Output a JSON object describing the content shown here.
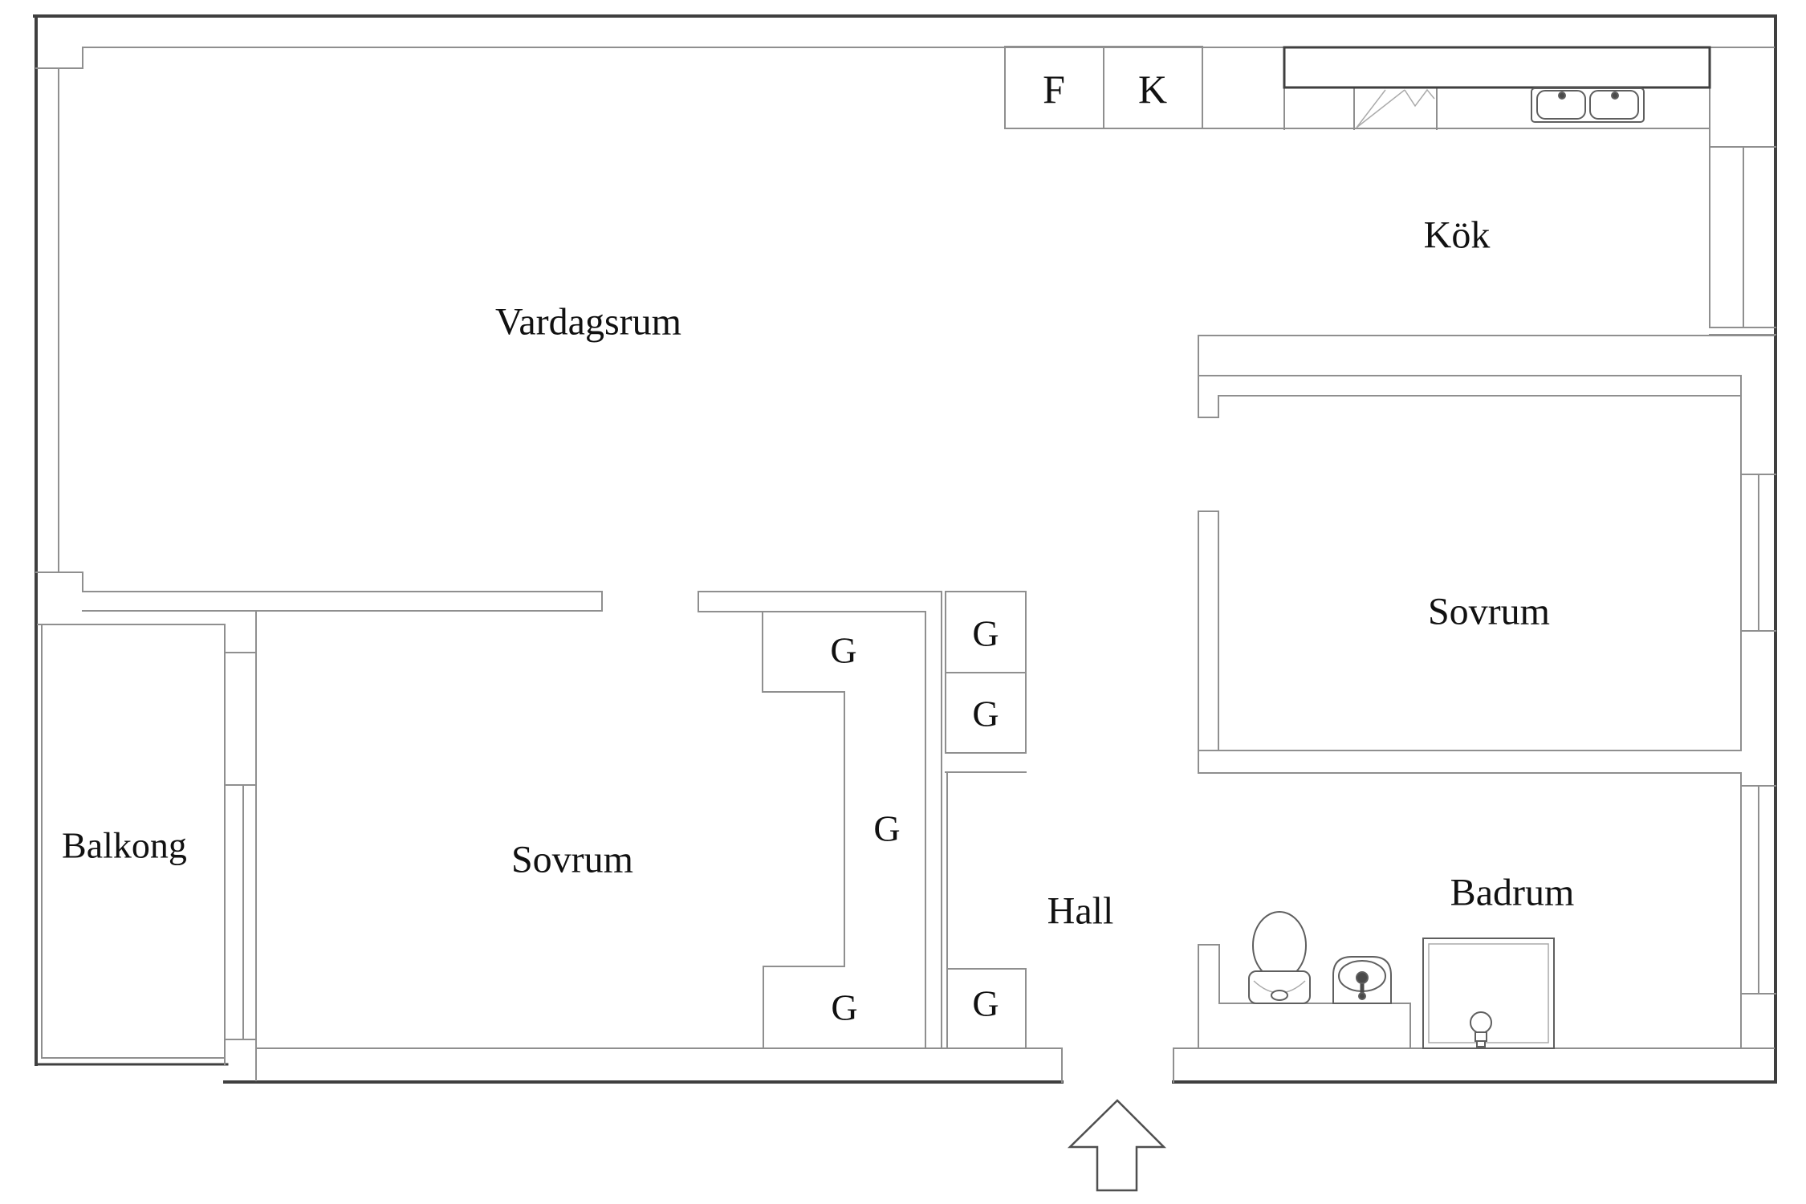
{
  "rooms": {
    "vardagsrum": "Vardagsrum",
    "kok": "Kök",
    "sovrum_right": "Sovrum",
    "sovrum_left": "Sovrum",
    "balkong": "Balkong",
    "hall": "Hall",
    "badrum": "Badrum"
  },
  "appliances": {
    "fridge": "F",
    "freezer": "K"
  },
  "wardrobe": {
    "label": "G"
  },
  "icons": [
    "stove-icon",
    "kitchen-sink-icon",
    "toilet-icon",
    "bathroom-sink-icon",
    "shower-icon",
    "entrance-arrow-icon"
  ],
  "colors": {
    "wall_dark": "#3f3f3f",
    "wall_medium": "#8f8f8f",
    "fixture": "#5f5f5f",
    "text": "#111111",
    "background": "#ffffff"
  }
}
